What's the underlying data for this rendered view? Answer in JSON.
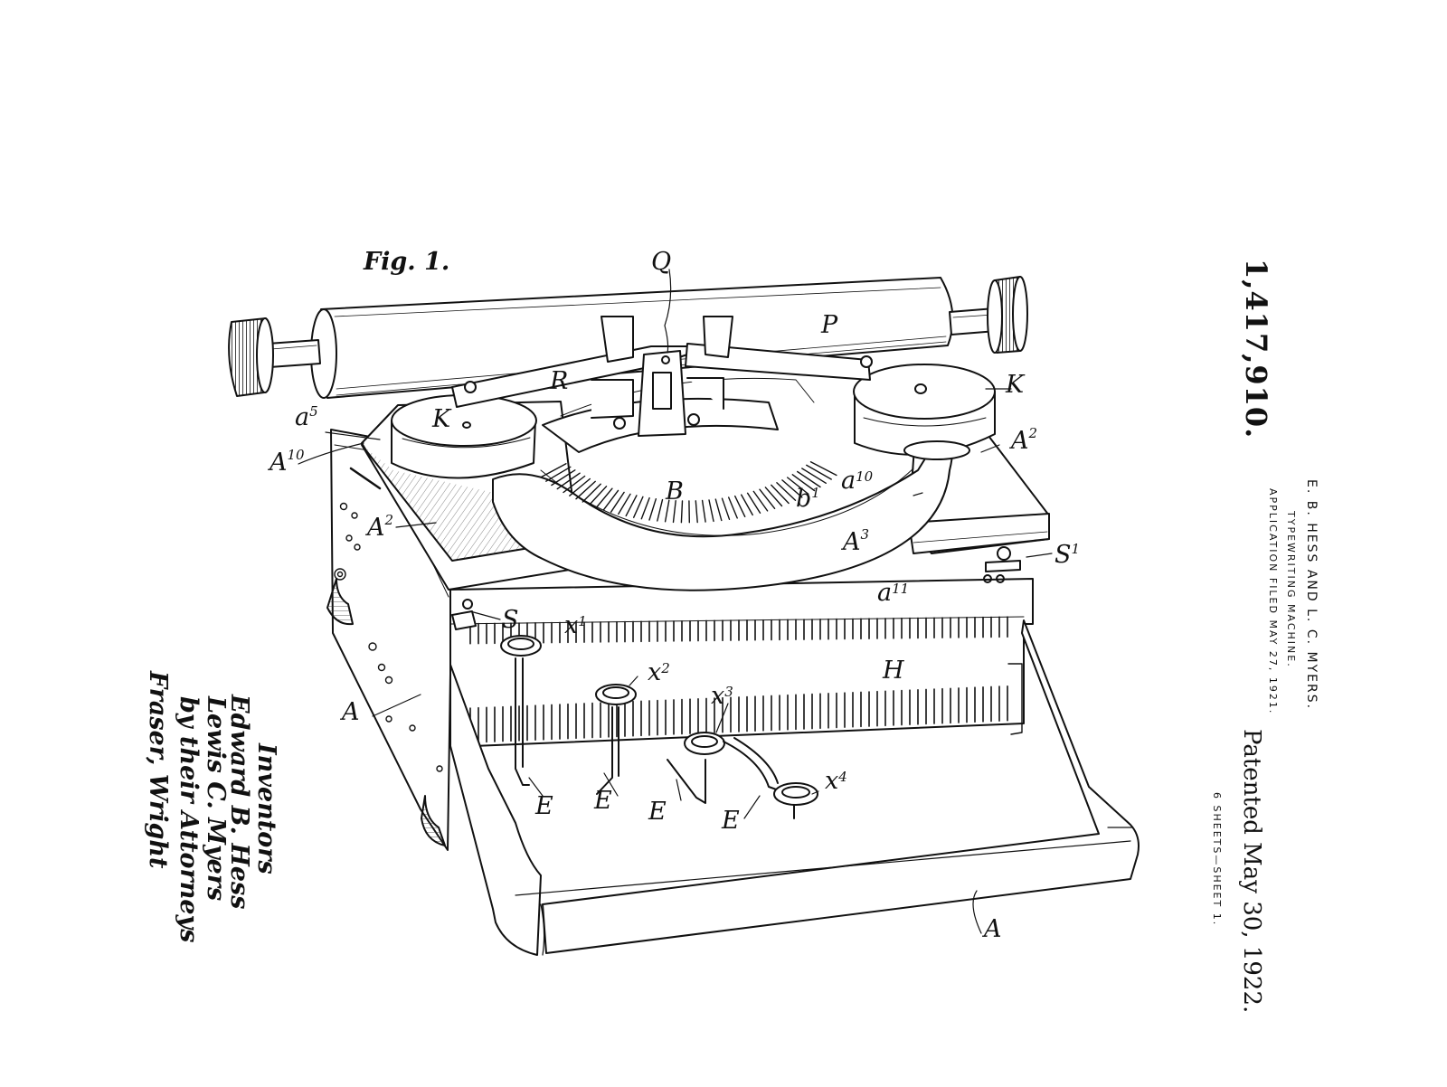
{
  "patent": {
    "number": "1,417,910.",
    "inventors_line": "E. B. HESS AND L. C. MYERS.",
    "title": "TYPEWRITING MACHINE.",
    "filed": "APPLICATION FILED MAY 27, 1921.",
    "patented": "Patented May 30, 1922.",
    "sheets": "6 SHEETS—SHEET 1."
  },
  "figure": {
    "label": "Fig. 1."
  },
  "signature": {
    "heading": "Inventors",
    "name1": "Edward B. Hess",
    "name2": "Lewis C. Myers",
    "by_line": "by their Attorneys",
    "attorney": "Fraser, Wright"
  },
  "labels": {
    "Q": "Q",
    "P": "P",
    "R": "R",
    "K_left": "K",
    "K_right": "K",
    "a5": "a",
    "a5_sup": "5",
    "A10": "A",
    "A10_sup": "10",
    "A2_right": "A",
    "A2_right_sup": "2",
    "A2_left": "A",
    "A2_left_sup": "2",
    "B": "B",
    "b1": "b",
    "b1_sup": "1",
    "a10": "a",
    "a10_sup": "10",
    "A3": "A",
    "A3_sup": "3",
    "S1": "S",
    "S1_sup": "1",
    "a11": "a",
    "a11_sup": "11",
    "S": "S",
    "x1": "x",
    "x1_sup": "1",
    "H": "H",
    "x2": "x",
    "x2_sup": "2",
    "x3": "x",
    "x3_sup": "3",
    "A_left": "A",
    "x4": "x",
    "x4_sup": "4",
    "E1": "E",
    "E2": "E",
    "E3": "E",
    "E4": "E",
    "A_bottom": "A"
  }
}
